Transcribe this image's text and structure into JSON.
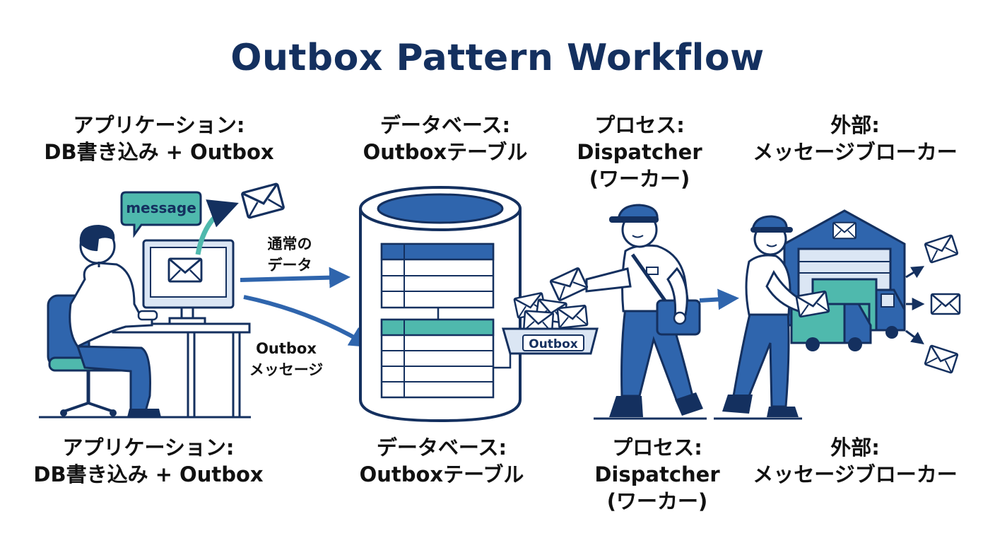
{
  "title": "Outbox Pattern Workflow",
  "colors": {
    "navy": "#14305f",
    "blue": "#2f65ad",
    "teal": "#4fb9ad",
    "light": "#dbe6f4"
  },
  "top_labels": {
    "app": {
      "line1": "アプリケーション:",
      "line2": "DB書き込み + Outbox"
    },
    "db": {
      "line1": "データベース:",
      "line2": "Outboxテーブル"
    },
    "dispatcher": {
      "line1": "プロセス:",
      "line2": "Dispatcher",
      "line3": "(ワーカー)"
    },
    "broker": {
      "line1": "外部:",
      "line2": "メッセージブローカー"
    }
  },
  "bottom_labels": {
    "app": {
      "line1": "アプリケーション:",
      "line2": "DB書き込み + Outbox"
    },
    "db": {
      "line1": "データベース:",
      "line2": "Outboxテーブル"
    },
    "dispatcher": {
      "line1": "プロセス:",
      "line2": "Dispatcher",
      "line3": "(ワーカー)"
    },
    "broker": {
      "line1": "外部:",
      "line2": "メッセージブローカー"
    }
  },
  "arrows": {
    "normal_data": {
      "line1": "通常の",
      "line2": "データ"
    },
    "outbox_message": {
      "line1": "Outbox",
      "line2": "メッセージ"
    }
  },
  "bubble_text": "message",
  "tray_label": "Outbox",
  "icons": {
    "person": "person-at-desk-icon",
    "envelope": "envelope-icon",
    "database": "database-cylinder-icon",
    "courier": "mail-courier-icon",
    "warehouse": "warehouse-icon",
    "truck": "delivery-truck-icon"
  }
}
